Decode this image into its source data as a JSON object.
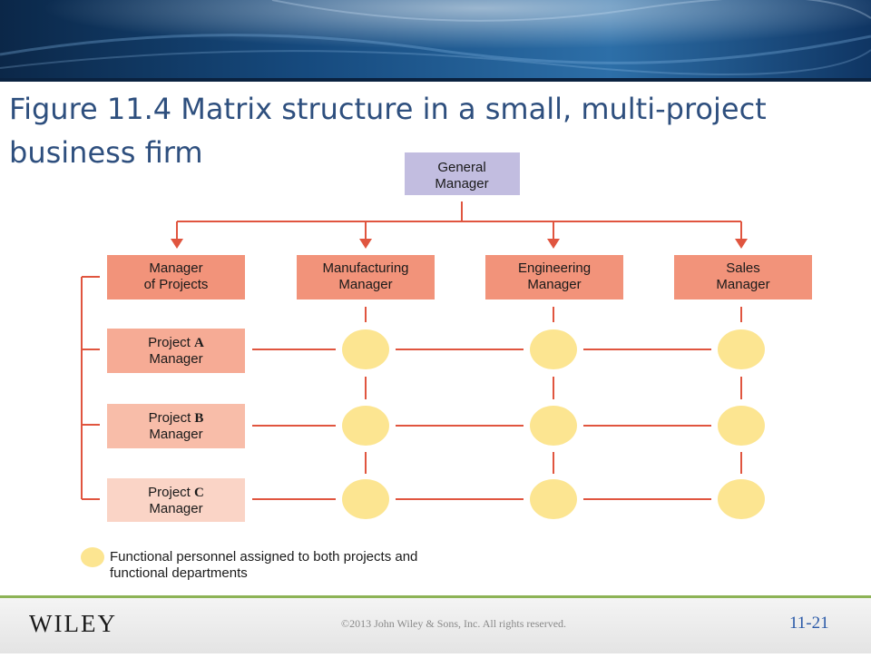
{
  "slide": {
    "title_line1": "Figure 11.4 Matrix structure in a small, multi-project",
    "title_line2": "business firm",
    "copyright": "©2013 John Wiley & Sons, Inc. All rights reserved.",
    "logo": "Wiley",
    "slide_number": "11-21",
    "colors": {
      "title": "#2e4f7e",
      "banner_dark": "#0b2748",
      "banner_light": "#2d6fa8",
      "footer_green": "#8db356",
      "arrow": "#e0553f",
      "connector": "#e0553f",
      "general_manager_box": "#c2bde0",
      "manager_box": "#f2937a",
      "project_a_box": "#f6ab95",
      "project_b_box": "#f8bda9",
      "project_c_box": "#fad4c6",
      "personnel_circle": "#fce591"
    }
  },
  "diagram": {
    "general_manager": {
      "line1": "General",
      "line2": "Manager"
    },
    "managers": [
      {
        "line1": "Manager",
        "line2": "of Projects"
      },
      {
        "line1": "Manufacturing",
        "line2": "Manager"
      },
      {
        "line1": "Engineering",
        "line2": "Manager"
      },
      {
        "line1": "Sales",
        "line2": "Manager"
      }
    ],
    "projects": [
      {
        "word": "Project",
        "letter": "A",
        "line2": "Manager"
      },
      {
        "word": "Project",
        "letter": "B",
        "line2": "Manager"
      },
      {
        "word": "Project",
        "letter": "C",
        "line2": "Manager"
      }
    ],
    "legend": {
      "line1": "Functional personnel assigned to both projects and",
      "line2": "functional departments"
    }
  }
}
